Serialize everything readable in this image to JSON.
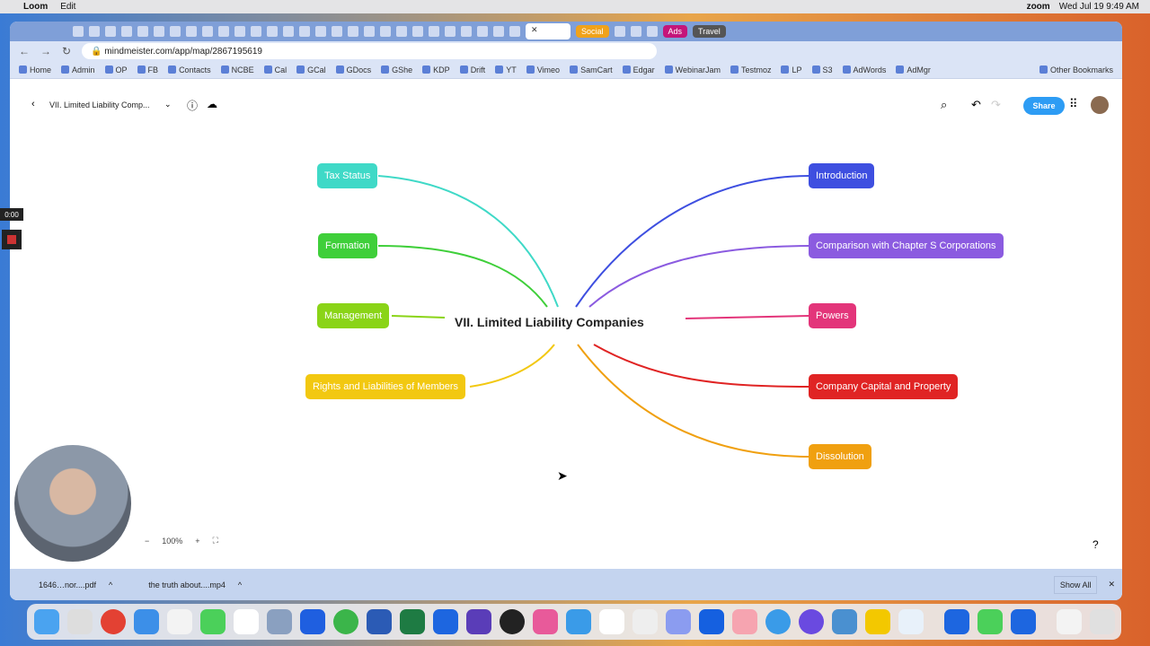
{
  "menubar": {
    "app": "Loom",
    "edit": "Edit",
    "zoom": "zoom",
    "clock": "Wed Jul 19  9:49 AM"
  },
  "tabs": [
    "Social",
    "Ads",
    "Travel"
  ],
  "address": {
    "url": "mindmeister.com/app/map/2867195619"
  },
  "bookmarks": [
    "Home",
    "Admin",
    "OP",
    "FB",
    "Contacts",
    "NCBE",
    "Cal",
    "GCal",
    "GDocs",
    "GShe",
    "KDP",
    "Drift",
    "YT",
    "Vimeo",
    "SamCart",
    "Edgar",
    "WebinarJam",
    "Testmoz",
    "LP",
    "S3",
    "AdWords",
    "AdMgr"
  ],
  "other_bookmarks": "Other Bookmarks",
  "app": {
    "map_title": "VII. Limited Liability Comp...",
    "share": "Share"
  },
  "map": {
    "center": "VII. Limited Liability Companies",
    "left": [
      {
        "label": "Tax Status",
        "color": "#3fd9c7"
      },
      {
        "label": "Formation",
        "color": "#3fcf3a"
      },
      {
        "label": "Management",
        "color": "#8ad417"
      },
      {
        "label": "Rights and Liabilities of Members",
        "color": "#f2c811"
      }
    ],
    "right": [
      {
        "label": "Introduction",
        "color": "#3e4fe0"
      },
      {
        "label": "Comparison with Chapter S Corporations",
        "color": "#8b5be0"
      },
      {
        "label": "Powers",
        "color": "#e3357a"
      },
      {
        "label": "Company Capital and Property",
        "color": "#e02424"
      },
      {
        "label": "Dissolution",
        "color": "#f0a010"
      }
    ]
  },
  "zoom_level": "100%",
  "recording_time": "0:00",
  "downloads": [
    {
      "name": "1646…nor....pdf"
    },
    {
      "name": "the truth about....mp4"
    }
  ],
  "show_all": "Show All"
}
